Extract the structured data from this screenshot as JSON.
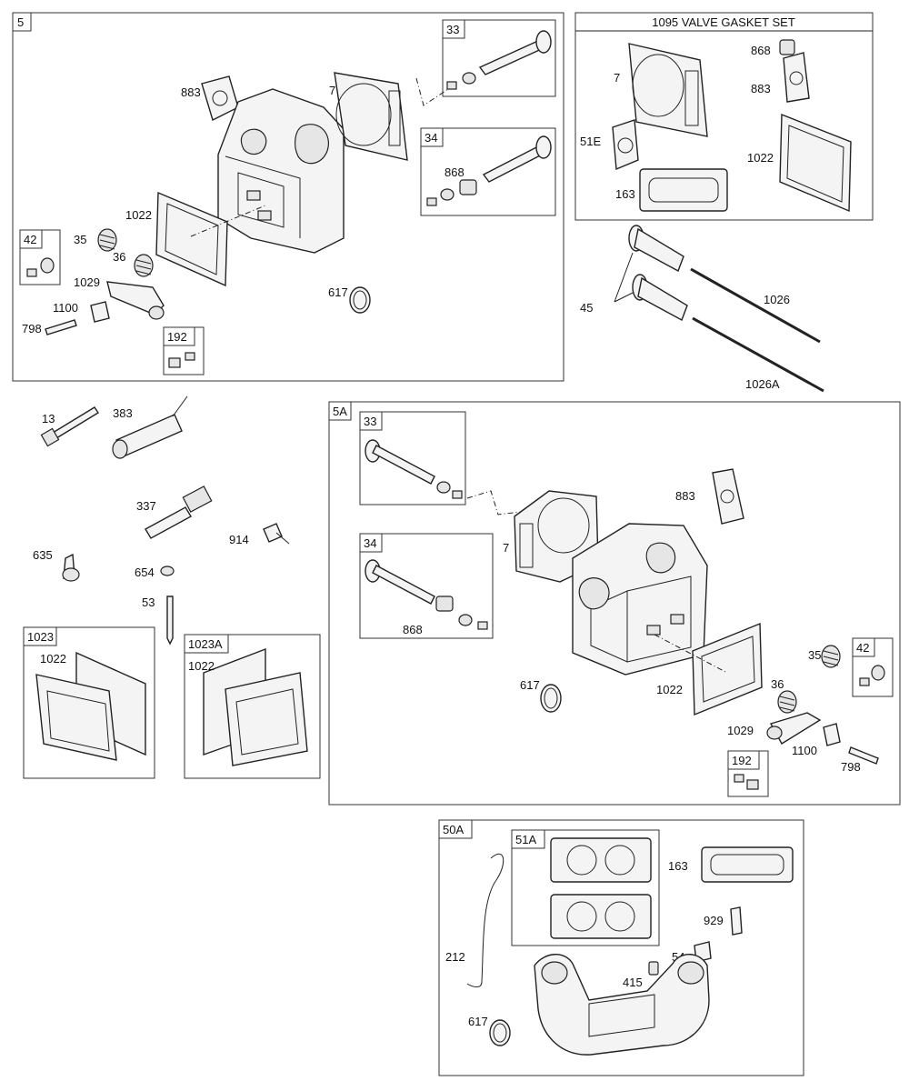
{
  "groups": {
    "g5": "5",
    "g1095": "1095 VALVE GASKET SET",
    "g5a": "5A",
    "g50a": "50A",
    "g51a": "51A",
    "g1023": "1023",
    "g1023a": "1023A"
  },
  "sub_boxes": {
    "s33": "33",
    "s34": "34",
    "s42": "42",
    "s192": "192",
    "s5a33": "33",
    "s5a34": "34",
    "s5a42": "42",
    "s5a192": "192"
  },
  "labels": {
    "p883": "883",
    "p7": "7",
    "p868": "868",
    "p1022": "1022",
    "p35": "35",
    "p36": "36",
    "p1029": "1029",
    "p1100": "1100",
    "p798": "798",
    "p617": "617",
    "k7": "7",
    "k868": "868",
    "k883": "883",
    "k51e": "51E",
    "k1022": "1022",
    "k163": "163",
    "p45": "45",
    "p1026": "1026",
    "p1026a": "1026A",
    "p13": "13",
    "p383": "383",
    "p337": "337",
    "p914": "914",
    "p635": "635",
    "p654": "654",
    "p53": "53",
    "c1022a": "1022",
    "c1022b": "1022",
    "a883": "883",
    "a7": "7",
    "a868": "868",
    "a617": "617",
    "a1022": "1022",
    "a36": "36",
    "a35": "35",
    "a1029": "1029",
    "a1100": "1100",
    "a798": "798",
    "e163": "163",
    "e929": "929",
    "e54": "54",
    "e415": "415",
    "e212": "212",
    "e617": "617"
  }
}
